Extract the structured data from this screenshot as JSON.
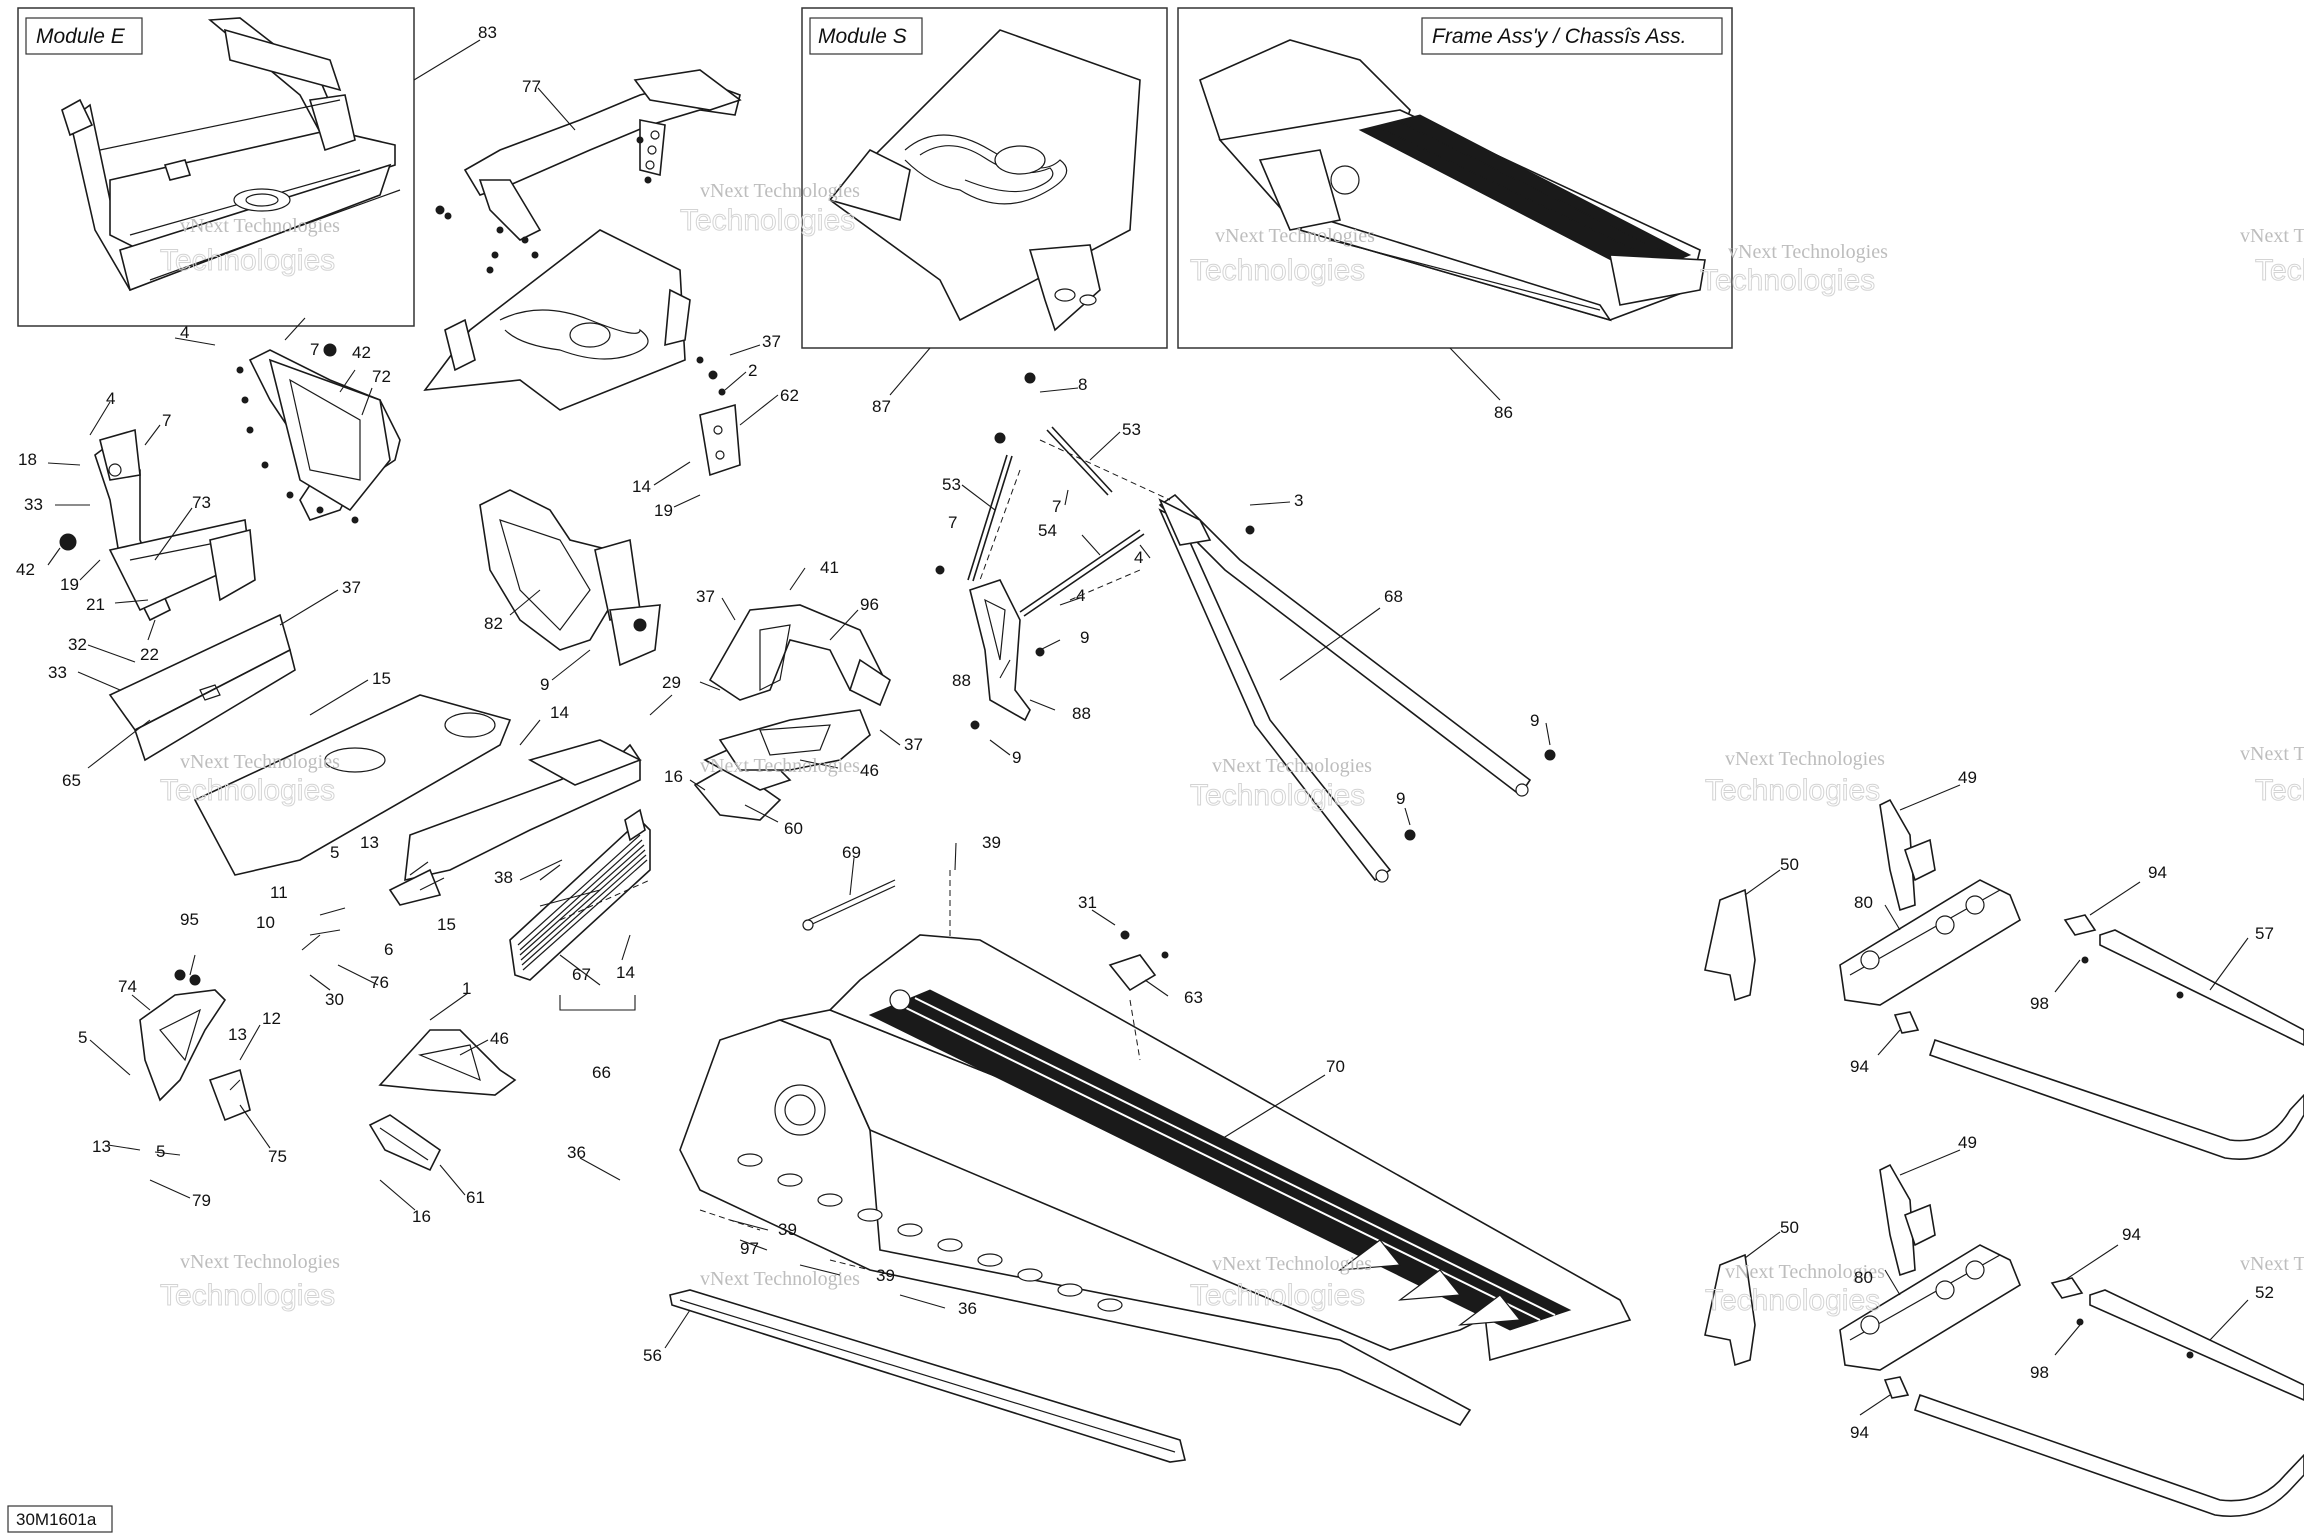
{
  "insets": {
    "module_e": "Module E",
    "module_s": "Module S",
    "frame": "Frame Ass'y / Chassîs Ass."
  },
  "watermark": {
    "line1": "vNext Technologies",
    "line2": "vNext",
    "line3": "Technologies"
  },
  "diagram_ref": "30M1601a",
  "callouts": {
    "c83": "83",
    "c77": "77",
    "c87": "87",
    "c86": "86",
    "c4a": "4",
    "c7a": "7",
    "c42a": "42",
    "c72": "72",
    "c4b": "4",
    "c7b": "7",
    "c18": "18",
    "c33a": "33",
    "c73": "73",
    "c42b": "42",
    "c19a": "19",
    "c21": "21",
    "c22": "22",
    "c37a": "37",
    "c32": "32",
    "c33b": "33",
    "c65": "65",
    "c15a": "15",
    "c37b": "37",
    "c2": "2",
    "c62": "62",
    "c14a": "14",
    "c19b": "19",
    "c82": "82",
    "c9a": "9",
    "c14b": "14",
    "c15b": "15",
    "c5a": "5",
    "c13a": "13",
    "c11": "11",
    "c10": "10",
    "c6": "6",
    "c76": "76",
    "c30": "30",
    "c95": "95",
    "c74": "74",
    "c5b": "5",
    "c12": "12",
    "c13b": "13",
    "c75": "75",
    "c13c": "13",
    "c5c": "5",
    "c79": "79",
    "c29": "29",
    "c38": "38",
    "c67": "67",
    "c14c": "14",
    "c66": "66",
    "c37c": "37",
    "c41": "41",
    "c96": "96",
    "c37d": "37",
    "c46a": "46",
    "c16a": "16",
    "c60": "60",
    "c8": "8",
    "c53a": "53",
    "c53b": "53",
    "c7c": "7",
    "c54": "54",
    "c4c": "4",
    "c4d": "4",
    "c3": "3",
    "c68": "68",
    "c9b": "9",
    "c88a": "88",
    "c88b": "88",
    "c9c": "9",
    "c9d": "9",
    "c9e": "9",
    "c69": "69",
    "c39a": "39",
    "c31": "31",
    "c63": "63",
    "c70": "70",
    "c1": "1",
    "c46b": "46",
    "c61": "61",
    "c16b": "16",
    "c36a": "36",
    "c39b": "39",
    "c97": "97",
    "c39c": "39",
    "c36b": "36",
    "c56": "56",
    "c49a": "49",
    "c50a": "50",
    "c80a": "80",
    "c94a": "94",
    "c57": "57",
    "c98a": "98",
    "c94b": "94",
    "c49b": "49",
    "c50b": "50",
    "c80b": "80",
    "c94c": "94",
    "c52": "52",
    "c98b": "98",
    "c94d": "94"
  }
}
